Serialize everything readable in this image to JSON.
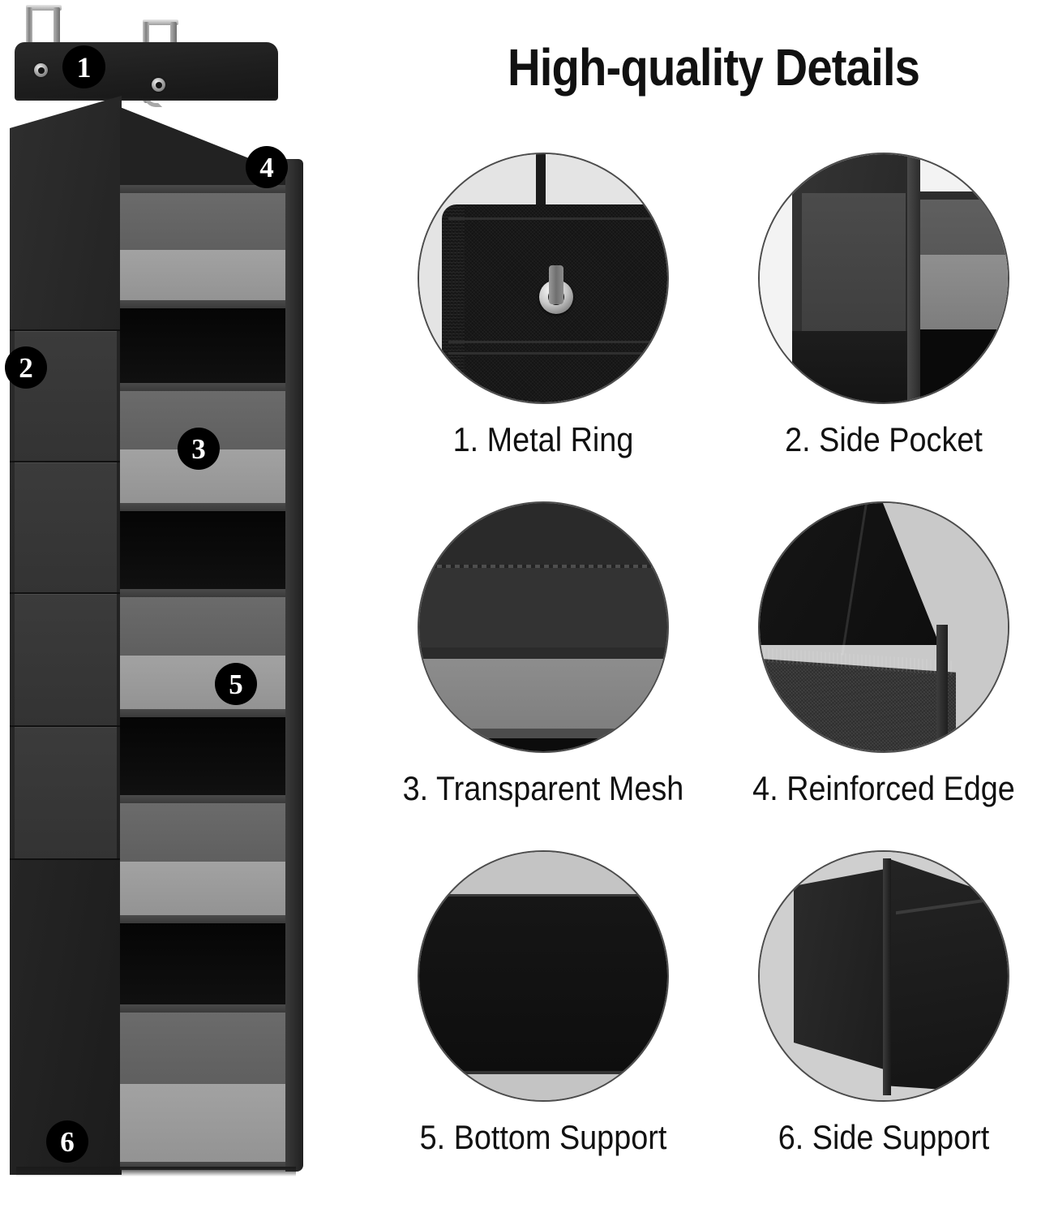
{
  "title": "High-quality Details",
  "colors": {
    "background": "#ffffff",
    "text": "#111111",
    "badge_background": "#000000",
    "badge_text": "#ffffff",
    "circle_border": "#4c4c4c",
    "fabric_black": "#141414",
    "mesh_light_gray": "#9a9a9a",
    "mesh_dark_gray": "#6e6e6e",
    "metal_silver": "#c9c9c9"
  },
  "product_photo": {
    "name": "over-door hanging fabric organizer",
    "callouts": [
      {
        "number": "1",
        "target": "metal-ring"
      },
      {
        "number": "2",
        "target": "side-pocket"
      },
      {
        "number": "3",
        "target": "transparent-mesh"
      },
      {
        "number": "4",
        "target": "reinforced-edge"
      },
      {
        "number": "5",
        "target": "bottom-support"
      },
      {
        "number": "6",
        "target": "side-support"
      }
    ]
  },
  "details": [
    {
      "number": "1",
      "caption": "1. Metal Ring",
      "icon": "metal-ring-photo"
    },
    {
      "number": "2",
      "caption": "2. Side Pocket",
      "icon": "side-pocket-photo"
    },
    {
      "number": "3",
      "caption": "3. Transparent Mesh",
      "icon": "transparent-mesh-photo"
    },
    {
      "number": "4",
      "caption": "4. Reinforced Edge",
      "icon": "reinforced-edge-photo"
    },
    {
      "number": "5",
      "caption": "5. Bottom Support",
      "icon": "bottom-support-photo"
    },
    {
      "number": "6",
      "caption": "6. Side Support",
      "icon": "side-support-photo"
    }
  ]
}
